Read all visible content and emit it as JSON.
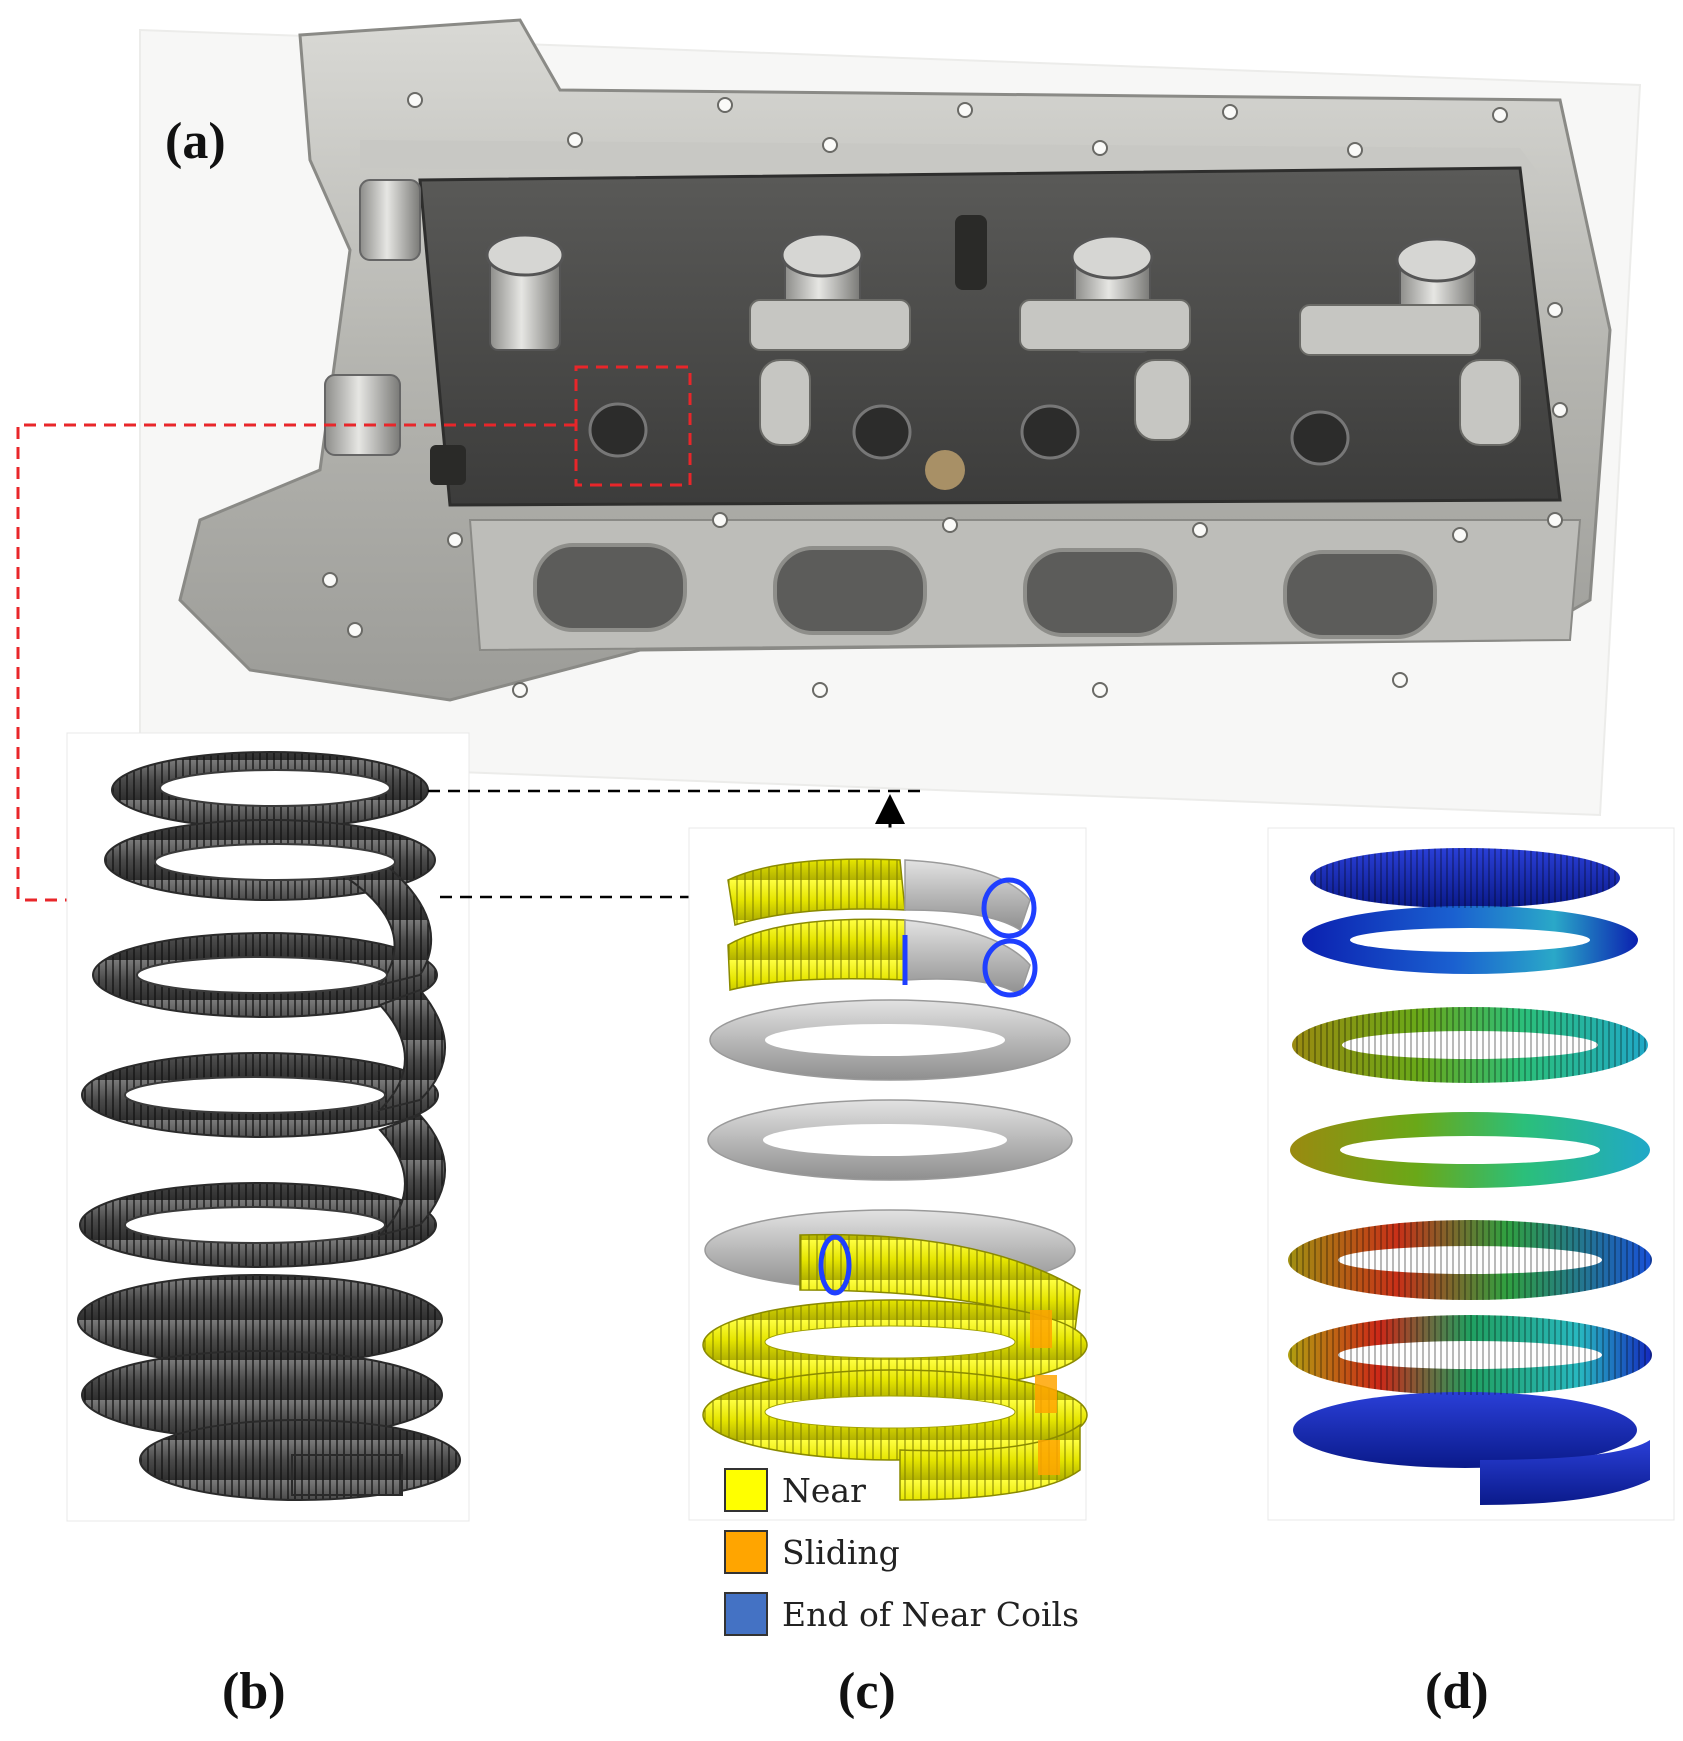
{
  "panels": {
    "a": "(a)",
    "b": "(b)",
    "c": "(c)",
    "d": "(d)"
  },
  "legend": [
    {
      "label": "Near",
      "color": "#ffff00"
    },
    {
      "label": "Sliding",
      "color": "#ffa500"
    },
    {
      "label": "End of Near Coils",
      "color": "#4472c4"
    }
  ],
  "colors": {
    "cylinder_head_metal": "#b8b8b4",
    "dark_cavity": "#4a4a48",
    "spring_gray": "#555555",
    "spring_light": "#cfcfcf",
    "contact_near": "#ffff00",
    "contact_sliding": "#ffa500",
    "contact_end": "#1f3fff",
    "callout_red": "#e8262a",
    "dimension_black": "#000000"
  }
}
